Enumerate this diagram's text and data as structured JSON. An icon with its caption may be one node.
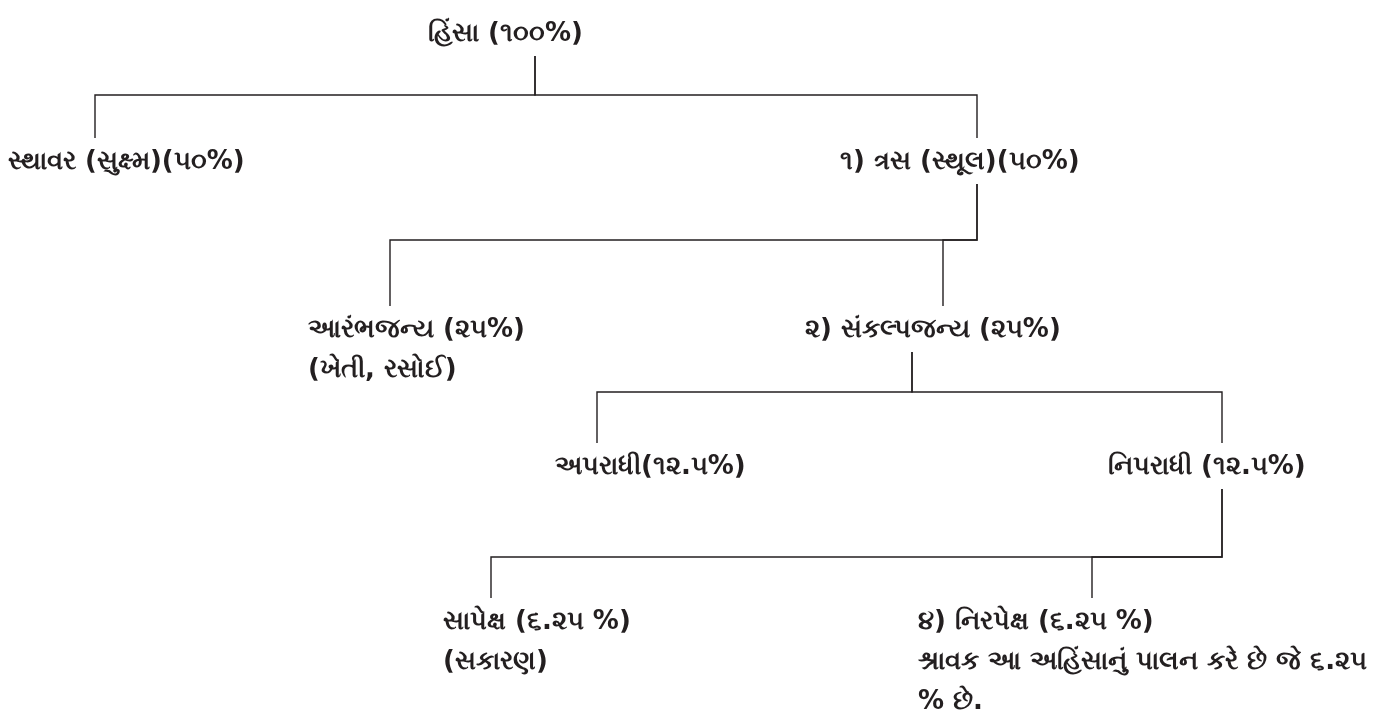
{
  "diagram": {
    "nodes": [
      {
        "text": [
          "હિંસા (૧૦૦%)"
        ]
      },
      {
        "text": [
          "સ્થાવર (સુક્ષ્મ)(૫૦%)"
        ]
      },
      {
        "text": [
          "૧) ત્રસ (સ્થૂલ)(૫૦%)"
        ]
      },
      {
        "text": [
          "આરંભજન્ય (૨૫%)",
          "(ખેતી, રસોઈ)"
        ]
      },
      {
        "text": [
          "૨) સંકલ્પજન્ય (૨૫%)"
        ]
      },
      {
        "text": [
          "અપરાધી(૧૨.૫%)"
        ]
      },
      {
        "text": [
          "નિપરાધી (૧૨.૫%)"
        ]
      },
      {
        "text": [
          "સાપેક્ષ (૬.૨૫ %)",
          "(સકારણ)"
        ]
      },
      {
        "text": [
          "૪) નિરપેક્ષ (૬.૨૫ %)",
          "શ્રાવક આ અહિંસાનું પાલન કરે છે જે ૬.૨૫ % છે."
        ]
      }
    ],
    "edges": [
      {
        "from": 0,
        "to": 1,
        "arrow": "none"
      },
      {
        "from": 0,
        "to": 2,
        "arrow": "none"
      },
      {
        "from": 2,
        "to": 3,
        "arrow": "none"
      },
      {
        "from": 2,
        "to": 4,
        "arrow": "none"
      },
      {
        "from": 4,
        "to": 5,
        "arrow": "none"
      },
      {
        "from": 4,
        "to": 6,
        "arrow": "none"
      },
      {
        "from": 6,
        "to": 7,
        "arrow": "none"
      },
      {
        "from": 6,
        "to": 8,
        "arrow": "none"
      }
    ]
  }
}
